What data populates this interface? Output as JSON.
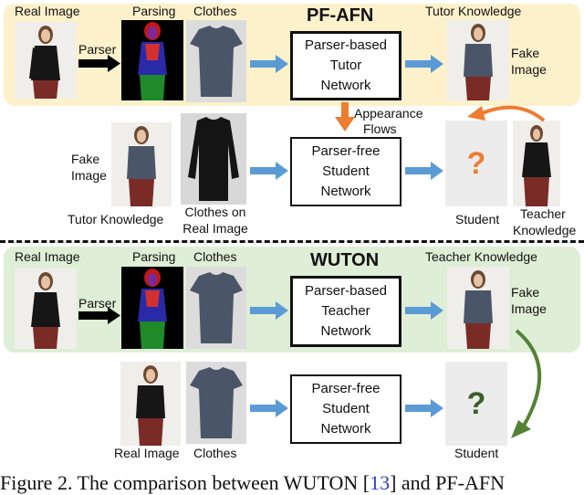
{
  "top": {
    "title": "PF-AFN",
    "labels": {
      "real_image": "Real Image",
      "parser": "Parser",
      "parsing": "Parsing",
      "clothes": "Clothes",
      "tutor_knowledge": "Tutor Knowledge",
      "fake_image_line1": "Fake",
      "fake_image_line2": "Image"
    },
    "tutor_network": [
      "Parser-based",
      "Tutor",
      "Network"
    ],
    "appearance_flows": [
      "Appearance",
      "Flows"
    ],
    "student_network": [
      "Parser-free",
      "Student",
      "Network"
    ],
    "left_fake_line1": "Fake",
    "left_fake_line2": "Image",
    "left_tutor_knowledge": "Tutor Knowledge",
    "clothes_on_real_line1": "Clothes on",
    "clothes_on_real_line2": "Real Image",
    "student": "Student",
    "teacher_line1": "Teacher",
    "teacher_line2": "Knowledge",
    "question": "?"
  },
  "bottom": {
    "title": "WUTON",
    "labels": {
      "real_image": "Real Image",
      "parser": "Parser",
      "parsing": "Parsing",
      "clothes": "Clothes",
      "teacher_knowledge": "Teacher Knowledge",
      "fake_image_line1": "Fake",
      "fake_image_line2": "Image"
    },
    "teacher_network": [
      "Parser-based",
      "Teacher",
      "Network"
    ],
    "student_network": [
      "Parser-free",
      "Student",
      "Network"
    ],
    "real_image": "Real Image",
    "clothes": "Clothes",
    "student": "Student",
    "question": "?"
  },
  "caption_parts": [
    "Figure 2. The comparison between WUTON [",
    "13",
    "] and PF-AFN"
  ],
  "colors": {
    "panel_top": "#fdf1cc",
    "panel_bottom": "#dfeed6",
    "blue_arrow": "#5b9bd5",
    "orange": "#ed7d31",
    "green": "#548235",
    "ref_link": "#2e3fc7"
  },
  "icons": {
    "person": "woman-photo",
    "shirt": "tshirt-photo",
    "parsing": "segmentation-map"
  }
}
